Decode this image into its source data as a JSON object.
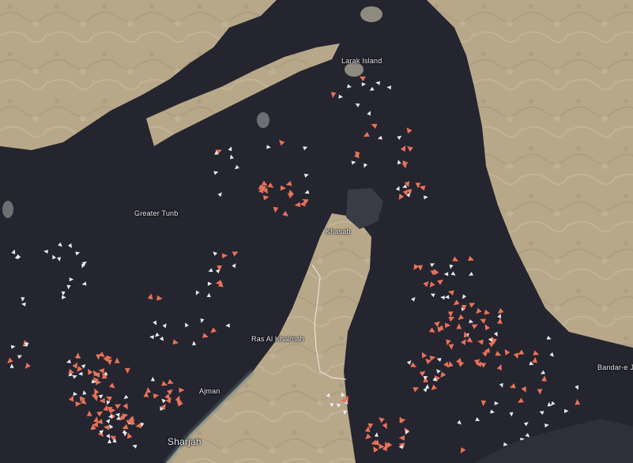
{
  "map": {
    "colors": {
      "sea": "#25252f",
      "land": "#b9a98a",
      "land_dark": "#a39378",
      "coast": "#7d8c8f",
      "tanker": "#e8725a",
      "cargo": "#e9ecf2",
      "border": "#e6e0d6"
    },
    "labels": {
      "greater_tunb": "Greater Tunb",
      "larak": "Larak Island",
      "khasab": "Khasab",
      "ras_al_khaimah": "Ras Al Khaimah",
      "ajman": "Ajman",
      "sharjah": "Sharjah",
      "bandar_jask": "Bandar-e Jask"
    },
    "legend": {
      "tanker_icon": "triangle-red-icon",
      "cargo_icon": "triangle-white-icon"
    }
  }
}
